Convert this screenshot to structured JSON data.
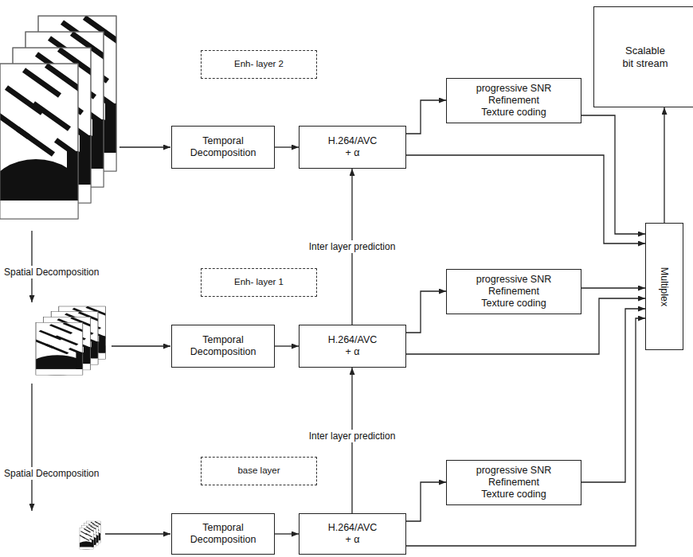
{
  "diagram": {
    "nodes": [
      {
        "text": [
          "Enh- layer 2"
        ]
      },
      {
        "text": [
          "Scalable bit stream"
        ]
      },
      {
        "text": [
          "Temporal Decomposition"
        ]
      },
      {
        "text": [
          "H.264/AVC + α"
        ]
      },
      {
        "text": [
          "progressive SNR Refinement Texture coding"
        ]
      },
      {
        "text": [
          "Multiplex"
        ]
      },
      {
        "text": [
          "Enh- layer 1"
        ]
      },
      {
        "text": [
          "Temporal Decomposition"
        ]
      },
      {
        "text": [
          "H.264/AVC + α"
        ]
      },
      {
        "text": [
          "progressive SNR Refinement Texture coding"
        ]
      },
      {
        "text": [
          "base layer"
        ]
      },
      {
        "text": [
          "Temporal Decomposition"
        ]
      },
      {
        "text": [
          "H.264/AVC + α"
        ]
      },
      {
        "text": [
          "progressive SNR Refinement Texture coding"
        ]
      }
    ],
    "edges": [
      {
        "from": 2,
        "to": 3,
        "arrow": "to"
      },
      {
        "from": 3,
        "to": 4,
        "arrow": "to"
      },
      {
        "from": 3,
        "to": 5,
        "arrow": "to"
      },
      {
        "from": 4,
        "to": 5,
        "arrow": "to"
      },
      {
        "from": 5,
        "to": 1,
        "arrow": "to"
      },
      {
        "from": 8,
        "to": 3,
        "arrow": "to",
        "label": "Inter layer prediction"
      },
      {
        "from": 7,
        "to": 8,
        "arrow": "to"
      },
      {
        "from": 8,
        "to": 9,
        "arrow": "to"
      },
      {
        "from": 8,
        "to": 5,
        "arrow": "to"
      },
      {
        "from": 9,
        "to": 5,
        "arrow": "to"
      },
      {
        "from": 12,
        "to": 8,
        "arrow": "to",
        "label": "Inter layer prediction"
      },
      {
        "from": 11,
        "to": 12,
        "arrow": "to"
      },
      {
        "from": 12,
        "to": 13,
        "arrow": "to"
      },
      {
        "from": 12,
        "to": 5,
        "arrow": "to"
      },
      {
        "from": 13,
        "to": 5,
        "arrow": "to"
      }
    ],
    "labels": [
      "Spatial Decomposition",
      "Spatial Decomposition"
    ]
  }
}
